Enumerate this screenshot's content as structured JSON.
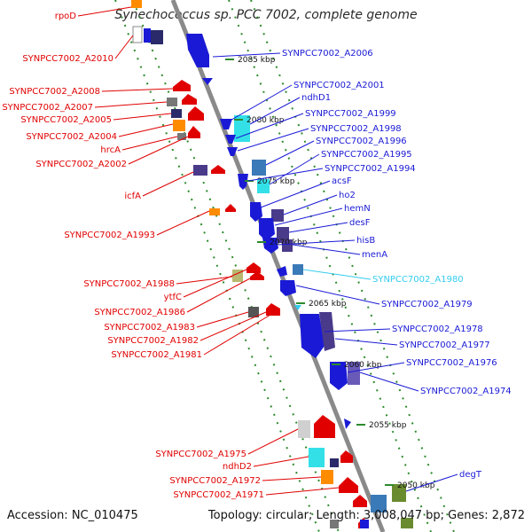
{
  "title": "Synechococcus sp. PCC 7002, complete genome",
  "footer": {
    "accession": "Accession: NC_010475",
    "summary": "Topology: circular; Length: 3,008,047 bp; Genes: 2,872"
  },
  "colors": {
    "reverse_label": "#e00000",
    "forward_label": "#1a1ad6",
    "highlight_label": "#33ccee",
    "backbone": "#888888",
    "tick": "#2c8a2c"
  },
  "ruler": [
    "2085 kbp",
    "2080 kbp",
    "2075 kbp",
    "2070 kbp",
    "2065 kbp",
    "2060 kbp",
    "2055 kbp",
    "2050 kbp"
  ],
  "left_labels": [
    "rpoD",
    "SYNPCC7002_A2010",
    "SYNPCC7002_A2008",
    "SYNPCC7002_A2007",
    "SYNPCC7002_A2005",
    "SYNPCC7002_A2004",
    "hrcA",
    "SYNPCC7002_A2002",
    "icfA",
    "SYNPCC7002_A1993",
    "SYNPCC7002_A1988",
    "ytfC",
    "SYNPCC7002_A1986",
    "SYNPCC7002_A1983",
    "SYNPCC7002_A1982",
    "SYNPCC7002_A1981",
    "SYNPCC7002_A1975",
    "ndhD2",
    "SYNPCC7002_A1972",
    "SYNPCC7002_A1971"
  ],
  "right_labels": [
    "SYNPCC7002_A2006",
    "SYNPCC7002_A2001",
    "ndhD1",
    "SYNPCC7002_A1999",
    "SYNPCC7002_A1998",
    "SYNPCC7002_A1996",
    "SYNPCC7002_A1995",
    "SYNPCC7002_A1994",
    "acsF",
    "ho2",
    "hemN",
    "desF",
    "hisB",
    "menA",
    "SYNPCC7002_A1980",
    "SYNPCC7002_A1979",
    "SYNPCC7002_A1978",
    "SYNPCC7002_A1977",
    "SYNPCC7002_A1976",
    "SYNPCC7002_A1974",
    "degT"
  ],
  "highlighted_right_label": "SYNPCC7002_A1980"
}
